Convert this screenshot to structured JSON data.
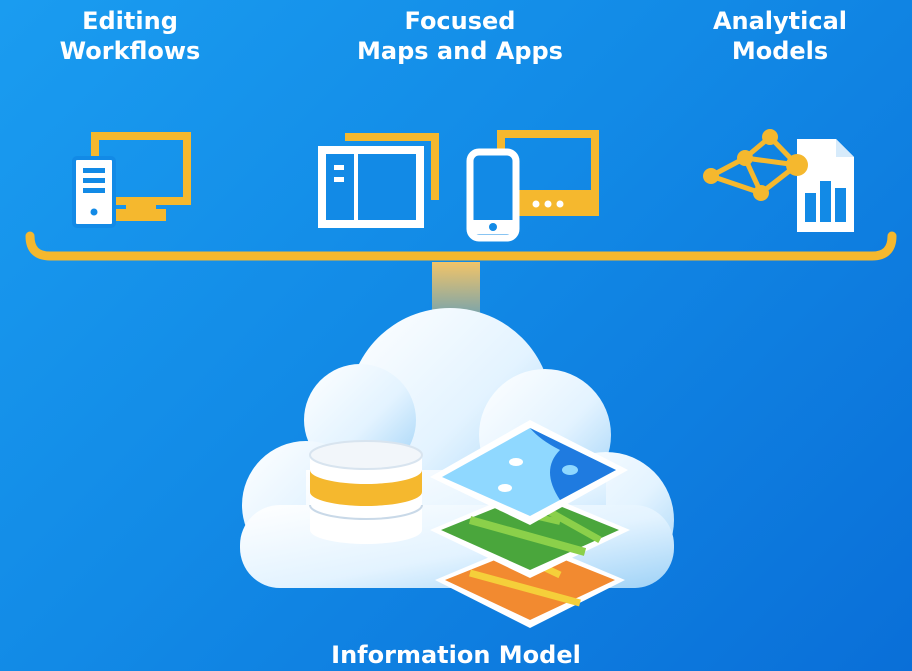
{
  "columns": [
    {
      "line1": "Editing",
      "line2": "Workflows",
      "icon": "desktop-workstation-icon"
    },
    {
      "line1": "Focused",
      "line2": "Maps and Apps",
      "icon": "web-and-mobile-apps-icon"
    },
    {
      "line1": "Analytical",
      "line2": "Models",
      "icon": "analytical-model-report-icon"
    }
  ],
  "bottom_label": "Information Model",
  "bottom_icons": [
    "cloud-icon",
    "database-icon",
    "map-layers-icon"
  ],
  "colors": {
    "background_start": "#1a9cf0",
    "background_end": "#0a6fd8",
    "accent": "#f5b82e",
    "white": "#ffffff",
    "cloud": "#dcefff"
  }
}
